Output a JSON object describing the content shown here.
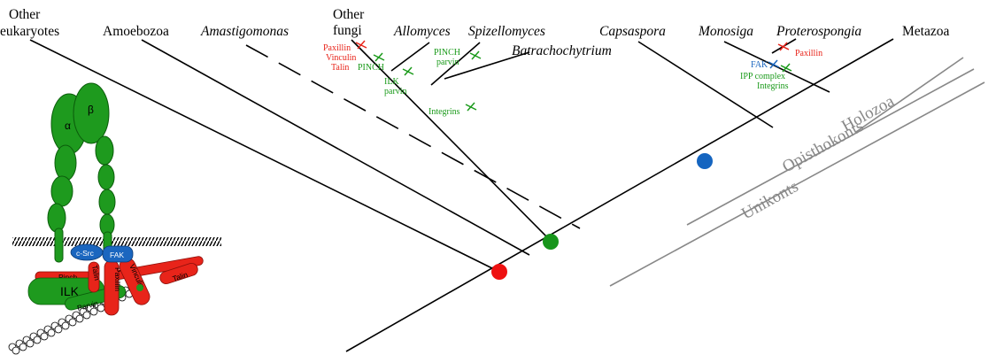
{
  "taxa": {
    "other_eukaryotes_1": "Other",
    "other_eukaryotes_2": "eukaryotes",
    "amoebozoa": "Amoebozoa",
    "amastigomonas": "Amastigomonas",
    "other_fungi_1": "Other",
    "other_fungi_2": "fungi",
    "allomyces": "Allomyces",
    "spizellomyces": "Spizellomyces",
    "batrachochytrium": "Batrachochytrium",
    "capsaspora": "Capsaspora",
    "monosiga": "Monosiga",
    "proterospongia": "Proterospongia",
    "metazoa": "Metazoa"
  },
  "events": {
    "fungi_loss_1": "Paxillin",
    "fungi_loss_2": "Vinculin",
    "fungi_loss_3": "Talin",
    "pinch_loss": "PINCH",
    "ilk_1": "ILK",
    "ilk_2": "parvin",
    "spiz_1": "PINCH",
    "spiz_2": "parvin",
    "integrins": "Integrins",
    "protero_loss": "Paxillin",
    "fak_gain": "FAK",
    "ipp_1": "IPP complex",
    "ipp_2": "Integrins"
  },
  "clades": {
    "holozoa": "Holozoa",
    "opisthokonts": "Opisthokonts",
    "unikonts": "Unikonts"
  },
  "cartoon": {
    "alpha": "α",
    "beta": "β",
    "csrc": "c-Src",
    "fak": "FAK",
    "pinch": "Pinch",
    "ilk": "ILK",
    "parvin": "Parvin",
    "paxillin": "Paxillin",
    "talin": "Talin",
    "vinculin": "Vinculin",
    "talin2": "Talin"
  },
  "colors": {
    "loss": "#e8241a",
    "gain": "#1a9a1a",
    "fak": "#1b66bf",
    "clade_lines": "#888888"
  }
}
